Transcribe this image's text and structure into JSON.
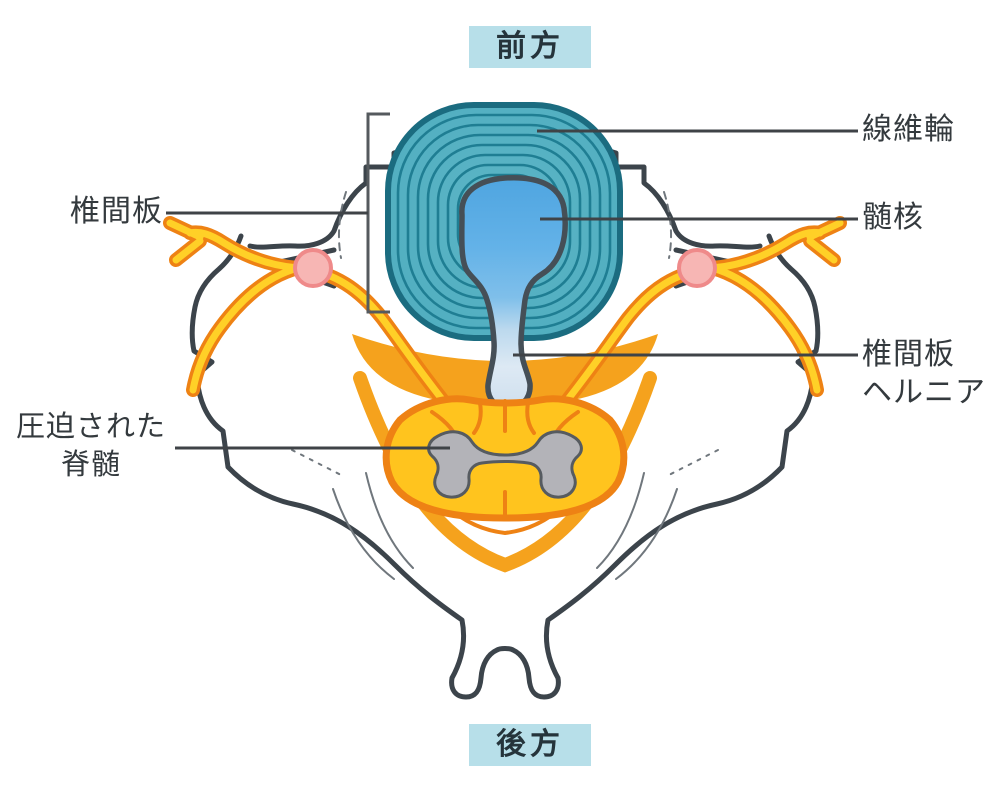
{
  "figure": {
    "title_semantic": "cervical-disc-herniation-axial-diagram",
    "orientation": {
      "top": "前方",
      "bottom": "後方"
    },
    "labels": {
      "annulus_fibrosus": "線維輪",
      "nucleus_pulposus": "髄核",
      "intervertebral_disc": "椎間板",
      "hernia_line1": "椎間板",
      "hernia_line2": "ヘルニア",
      "compressed_cord_line1": "圧迫された",
      "compressed_cord_line2": "脊髄"
    },
    "colors": {
      "orientation_badge_bg": "#b7dfe9",
      "annulus_fill": "#4fadbf",
      "annulus_ring_line": "#1f7e93",
      "annulus_outline": "#1b6c80",
      "nucleus_blue": "#4fa5e0",
      "hernia_pale_blue": "#d8e8f4",
      "ligament_orange": "#f5a21d",
      "nerve_yellow": "#ffd027",
      "nerve_outline_orange": "#ee8214",
      "cord_yellow": "#ffc41e",
      "gray_matter": "#b3b3b8",
      "artery_pink": "#f7b6b4",
      "artery_outline": "#ef8a8a",
      "bone_outline": "#3c444b",
      "leader_line": "#3f4347",
      "label_text": "#343a3e"
    }
  }
}
